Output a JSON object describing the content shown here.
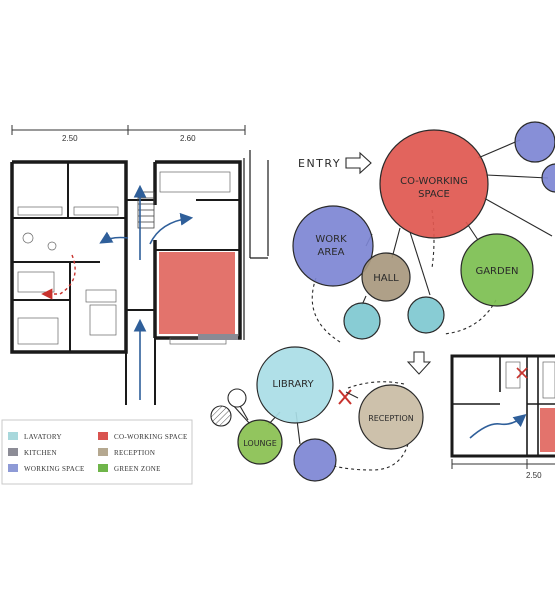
{
  "dimensions": {
    "left_plan_a": "2.50",
    "left_plan_b": "2.60",
    "right_plan": "2.50"
  },
  "diagram": {
    "entry_label": "ENTRY",
    "bubbles": {
      "coworking_line1": "CO-WORKING",
      "coworking_line2": "SPACE",
      "work_line1": "WORK",
      "work_line2": "AREA",
      "hall": "HALL",
      "garden": "GARDEN",
      "library": "LIBRARY",
      "reception": "RECEPTION",
      "lounge": "LOUNGE"
    }
  },
  "legend": {
    "items": [
      {
        "label": "LAVATORY",
        "color": "#a8d8dc"
      },
      {
        "label": "CO-WORKING SPACE",
        "color": "#d9534f"
      },
      {
        "label": "KITCHEN",
        "color": "#8c8c96"
      },
      {
        "label": "RECEPTION",
        "color": "#b5a890"
      },
      {
        "label": "WORKING SPACE",
        "color": "#8e9ad6"
      },
      {
        "label": "GREEN ZONE",
        "color": "#6fb54a"
      }
    ]
  },
  "colors": {
    "coworking": "#e0574f",
    "work": "#7d86d4",
    "hall": "#a8987e",
    "garden": "#7cbf50",
    "lavatory": "#7ec8d0",
    "library": "#a9dde6",
    "reception": "#c4b69c",
    "lounge": "#8cc255",
    "kitchen": "#8a8a94",
    "accent_blue": "#2f5f9a",
    "accent_red": "#c8322d"
  }
}
